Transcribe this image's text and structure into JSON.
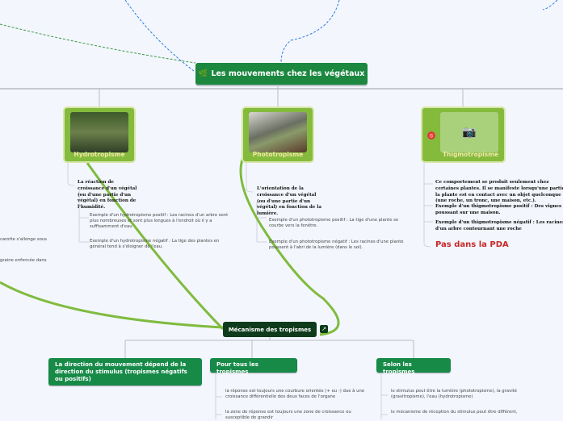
{
  "root": {
    "title": "Les mouvements chez les végétaux",
    "icon": "plant-icon"
  },
  "topics": [
    {
      "label": "Hydrotropisme",
      "definition": "La réaction de croissance d'un végétal (ou d'une partie d'un végétal) en fonction de l'humidité.",
      "examples": [
        "Exemple d'un hydrotropisme positif : Les racines d'un arbre sont plus nombreuses et sont plus longues à l'endroit où il y a suffisamment d'eau",
        "Exemple d'un hydrotropisme négatif : La tige des plantes en général tend à s'éloigner de l'eau."
      ]
    },
    {
      "label": "Phototropisme",
      "definition": "L'orientation de la croissance d'un végétal (ou d'une partie d'un végétal) en fonction de la lumière.",
      "examples": [
        "Exemple d'un phototropisme positif : La tige d'une plante se courbe vers la fenêtre.",
        "Exemple d'un phototropisme négatif : Les racines d'une plante poussent à l'abri de la lumière (dans le sol)."
      ]
    },
    {
      "label": "Thigmotropisme",
      "definition": "Ce comportement se produit seulement chez certaines plantes. Il se manifeste lorsqu'une partie de la plante est en contact avec un objet quelconque (une roche, un tronc, une maison, etc.).",
      "examples": [
        "Exemple d'un thigmotropisme positif : Des vignes poussant sur une maison.",
        "Exemple d'un thigmotropisme négatif : Les racines d'un arbre contournant une roche"
      ],
      "note": "Pas dans la PDA"
    }
  ],
  "left_fragments": [
    "carotte s'allonge sous",
    "graine enfoncée dans"
  ],
  "mechanism": {
    "label": "Mécanisme des tropismes",
    "children": [
      {
        "label": "La direction du mouvement dépend de la direction du stimulus (tropismes négatifs ou positifs)"
      },
      {
        "label": "Pour tous les tropismes",
        "items": [
          "la réponse est toujours une courbure orientée (+ ou -) due à une croissance différentielle des deux faces de l'organe",
          "la zone de réponse est toujours une zone de croissance ou susceptible de grandir"
        ]
      },
      {
        "label": "Selon les tropismes",
        "items": [
          "le stimulus peut être la lumière (phototropisme), la gravité (gravitropisme), l'eau (hydrotropisme)",
          "le mécanisme de réception du stimulus peut être différent,"
        ]
      }
    ]
  }
}
